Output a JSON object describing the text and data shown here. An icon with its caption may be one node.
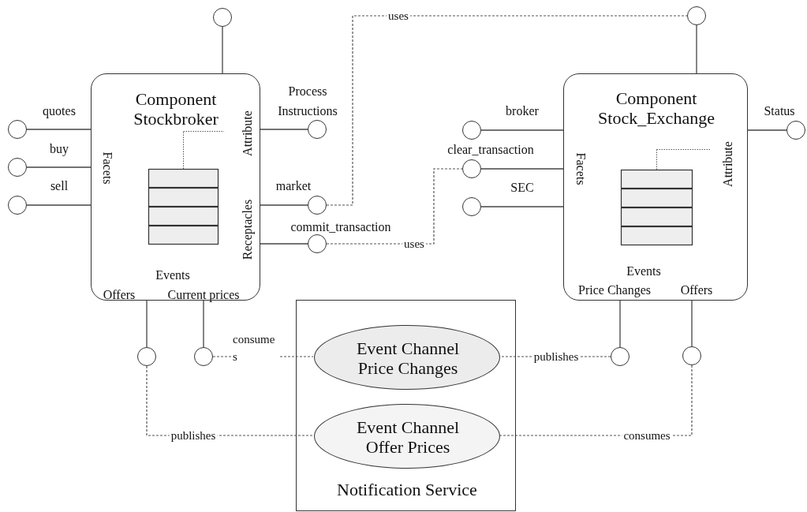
{
  "diagram": {
    "nodes": [
      {
        "text": [
          "Component Stockbroker",
          "Facets",
          "Attribute",
          "Receptacles",
          "Events",
          "Offers",
          "Current prices"
        ]
      },
      {
        "text": [],
        "shape": "box",
        "in": 0
      },
      {
        "text": [
          "Component Stock_Exchange",
          "Facets",
          "Attribute",
          "Events",
          "Price Changes",
          "Offers"
        ]
      },
      {
        "text": [],
        "shape": "box",
        "in": 2
      },
      {
        "text": [
          "Notification Service"
        ]
      },
      {
        "text": [
          "Event Channel Price Changes"
        ],
        "in": 4
      },
      {
        "text": [
          "Event Channel Offer Prices"
        ],
        "in": 4
      },
      {
        "text": [],
        "shape": "circle"
      },
      {
        "text": [],
        "shape": "circle",
        "beside": [
          "quotes"
        ]
      },
      {
        "text": [],
        "shape": "circle",
        "beside": [
          "buy"
        ]
      },
      {
        "text": [],
        "shape": "circle",
        "beside": [
          "sell"
        ]
      },
      {
        "text": [],
        "shape": "circle",
        "beside": [
          "Process Instructions"
        ]
      },
      {
        "text": [],
        "shape": "circle",
        "beside": [
          "market"
        ]
      },
      {
        "text": [],
        "shape": "circle",
        "beside": [
          "commit_transaction"
        ]
      },
      {
        "text": [],
        "shape": "circle"
      },
      {
        "text": [],
        "shape": "circle"
      },
      {
        "text": [],
        "shape": "circle"
      },
      {
        "text": [],
        "shape": "circle",
        "beside": [
          "broker"
        ]
      },
      {
        "text": [],
        "shape": "circle",
        "beside": [
          "clear_transaction"
        ]
      },
      {
        "text": [],
        "shape": "circle",
        "beside": [
          "SEC"
        ]
      },
      {
        "text": [],
        "shape": "circle",
        "beside": [
          "Status"
        ]
      },
      {
        "text": [],
        "shape": "circle"
      },
      {
        "text": [],
        "shape": "circle"
      }
    ],
    "edges": [
      {
        "from": 0,
        "to": 7,
        "arrow": "none"
      },
      {
        "from": 0,
        "to": 8,
        "arrow": "none"
      },
      {
        "from": 0,
        "to": 9,
        "arrow": "none"
      },
      {
        "from": 0,
        "to": 10,
        "arrow": "none"
      },
      {
        "from": 0,
        "to": 11,
        "arrow": "none"
      },
      {
        "from": 0,
        "to": 12,
        "arrow": "none"
      },
      {
        "from": 0,
        "to": 13,
        "arrow": "none"
      },
      {
        "from": 0,
        "to": 14,
        "arrow": "none"
      },
      {
        "from": 0,
        "to": 15,
        "arrow": "none"
      },
      {
        "from": 2,
        "to": 16,
        "arrow": "none"
      },
      {
        "from": 2,
        "to": 17,
        "arrow": "none"
      },
      {
        "from": 2,
        "to": 18,
        "arrow": "none"
      },
      {
        "from": 2,
        "to": 19,
        "arrow": "none"
      },
      {
        "from": 2,
        "to": 20,
        "arrow": "none"
      },
      {
        "from": 2,
        "to": 21,
        "arrow": "none"
      },
      {
        "from": 2,
        "to": 22,
        "arrow": "none"
      },
      {
        "from": 12,
        "to": 16,
        "arrow": "none",
        "label": "uses",
        "style": "dashed"
      },
      {
        "from": 13,
        "to": 18,
        "arrow": "none",
        "label": "uses",
        "style": "dashed"
      },
      {
        "from": 15,
        "to": 5,
        "arrow": "none",
        "label": "consume s",
        "style": "dashed"
      },
      {
        "from": 21,
        "to": 5,
        "arrow": "none",
        "label": "publishes",
        "style": "dashed"
      },
      {
        "from": 14,
        "to": 6,
        "arrow": "none",
        "label": "publishes",
        "style": "dashed"
      },
      {
        "from": 22,
        "to": 6,
        "arrow": "none",
        "label": "consumes",
        "style": "dashed"
      }
    ]
  }
}
